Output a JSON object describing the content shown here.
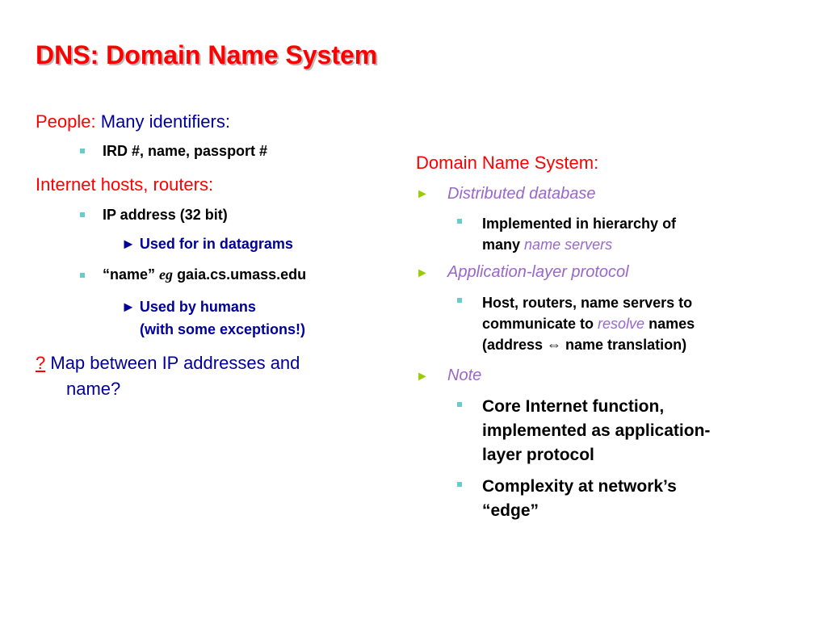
{
  "slide": {
    "title": "DNS: Domain Name System",
    "left": {
      "people_label": "People:",
      "people_text": "Many identifiers:",
      "people_item": "IRD #, name, passport #",
      "hosts_heading": "Internet hosts, routers:",
      "ip_item": "IP address (32 bit)",
      "ip_sub": "Used for in datagrams",
      "name_item_quote": "“name”",
      "name_item_eg": "eg",
      "name_item_host": "gaia.cs.umass.edu",
      "name_sub_line1": "Used by humans",
      "name_sub_line2": "(with some exceptions!)",
      "question_mark": "?",
      "question_line1": "Map between IP addresses and",
      "question_line2": "name?"
    },
    "right": {
      "heading": "Domain Name System:",
      "b1": "Distributed database",
      "b1_sub_line1": "Implemented in hierarchy of",
      "b1_sub_line2_prefix": "many",
      "b1_sub_line2_em": "name servers",
      "b2": "Application-layer protocol",
      "b2_sub_line1": "Host, routers, name servers to",
      "b2_sub_line2_prefix": "communicate to",
      "b2_sub_line2_em": "resolve",
      "b2_sub_line2_suffix": "names",
      "b2_sub_line3": "(address ⇔ name translation)",
      "b3": "Note",
      "b3_sub1_line1": "Core Internet function,",
      "b3_sub1_line2": "implemented as application-",
      "b3_sub1_line3": "layer protocol",
      "b3_sub2_line1": "Complexity at network’s",
      "b3_sub2_line2": "“edge”"
    }
  },
  "colors": {
    "title": "#ff0000",
    "heading": "#ff0000",
    "navy": "#000099",
    "italic_accent": "#9966cc",
    "square_bullet": "#66cccc",
    "triangle_bullet": "#99cc00"
  }
}
